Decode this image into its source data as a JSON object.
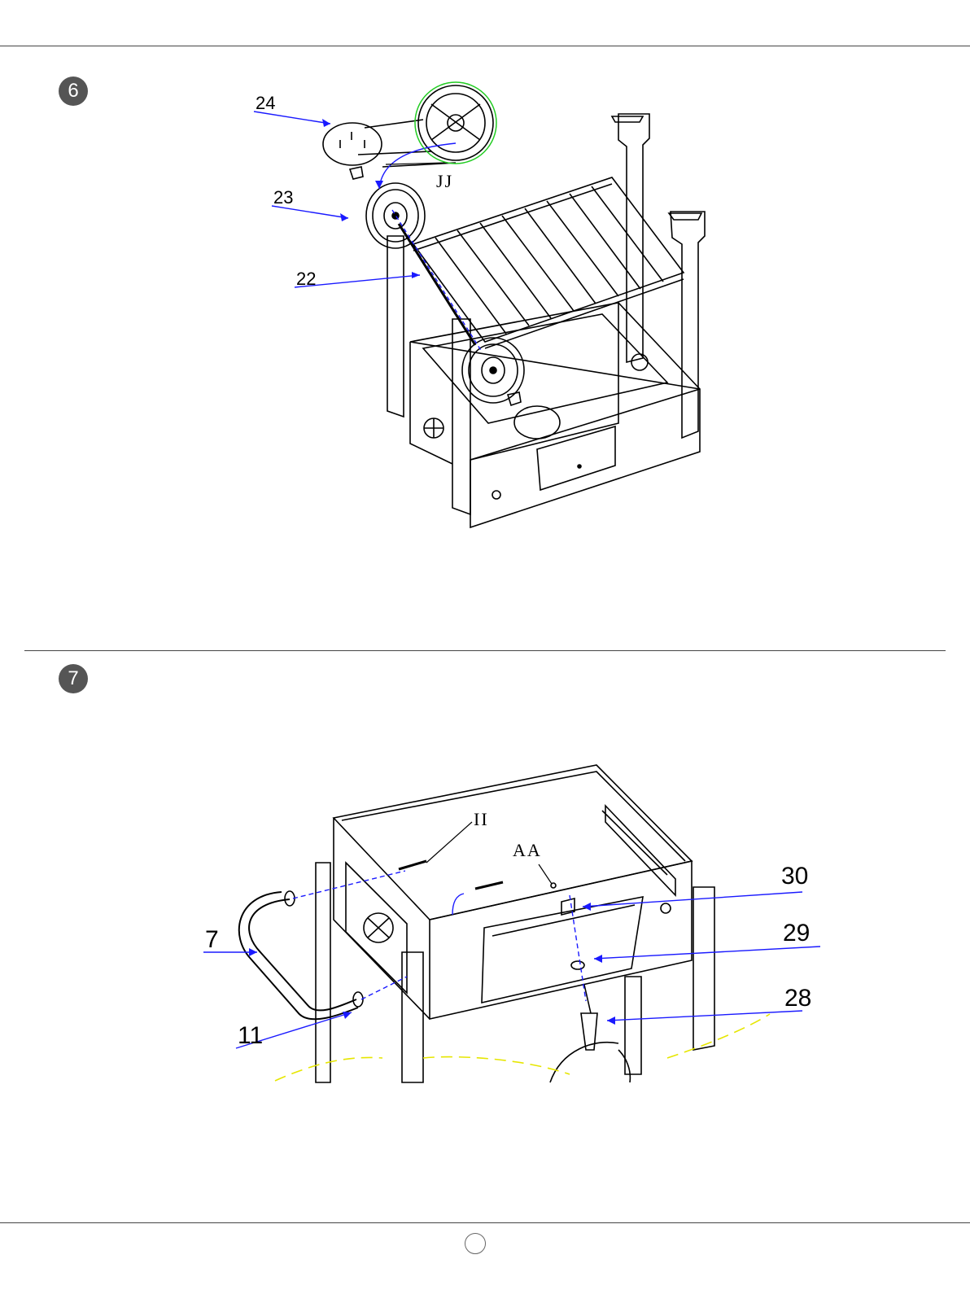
{
  "step6": {
    "badge": "6",
    "callouts": {
      "c24": "24",
      "c23": "23",
      "c22": "22"
    },
    "hardware": {
      "jj": "JJ"
    }
  },
  "step7": {
    "badge": "7",
    "callouts": {
      "c30": "30",
      "c29": "29",
      "c28": "28",
      "c7": "7",
      "c11": "11"
    },
    "hardware": {
      "ii": "II",
      "aa": "AA"
    }
  },
  "colors": {
    "leader": "#1a1aff",
    "highlight": "#22cc22",
    "ground": "#e6e600",
    "line": "#000000"
  }
}
